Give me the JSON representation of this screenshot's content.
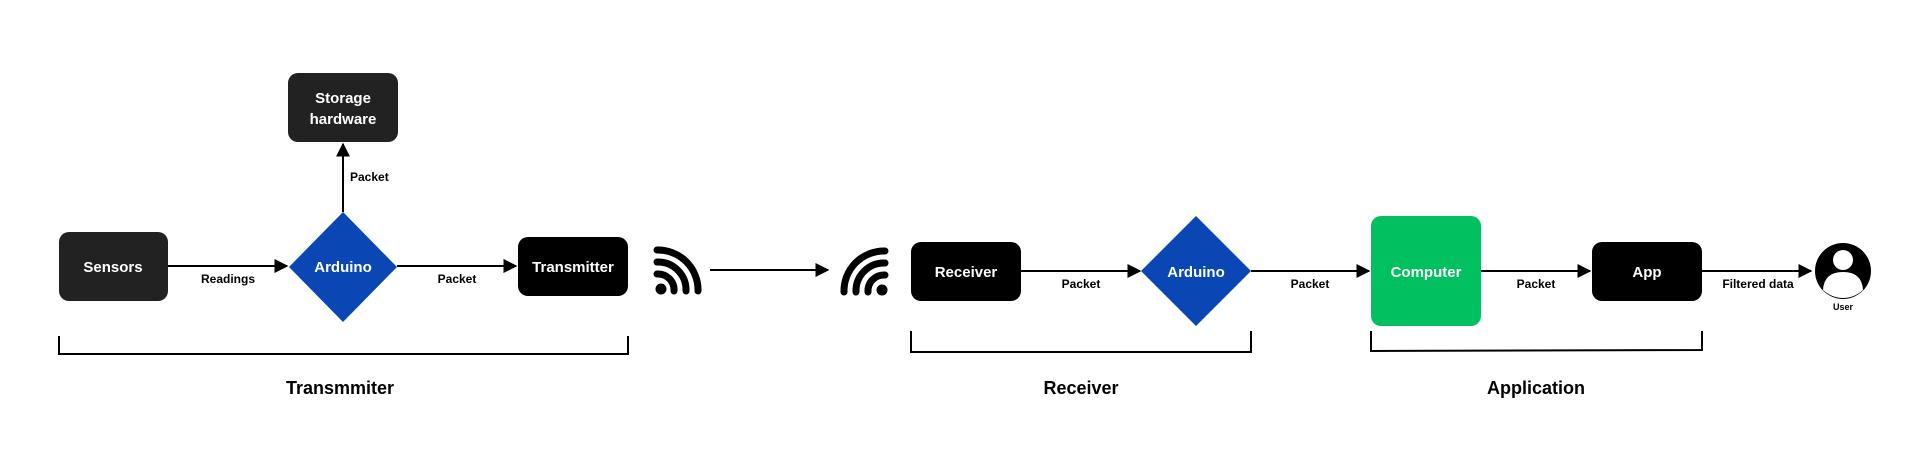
{
  "nodes": {
    "sensors": "Sensors",
    "arduino_tx": "Arduino",
    "storage_line1": "Storage",
    "storage_line2": "hardware",
    "transmitter": "Transmitter",
    "receiver": "Receiver",
    "arduino_rx": "Arduino",
    "computer": "Computer",
    "app": "App",
    "user": "User"
  },
  "edges": {
    "sensors_to_arduino": "Readings",
    "arduino_to_storage": "Packet",
    "arduino_to_transmitter": "Packet",
    "receiver_to_arduino": "Packet",
    "arduino_to_computer": "Packet",
    "computer_to_app": "Packet",
    "app_to_user": "Filtered data"
  },
  "groups": {
    "transmitter": "Transmmiter",
    "receiver": "Receiver",
    "application": "Application"
  },
  "icons": {
    "wifi_out": "wifi-signal-icon",
    "wifi_in": "wifi-signal-icon",
    "user": "user-avatar-icon"
  },
  "colors": {
    "dark_box": "#222222",
    "black_box": "#000000",
    "arduino": "#0a47b5",
    "computer": "#00c060"
  }
}
